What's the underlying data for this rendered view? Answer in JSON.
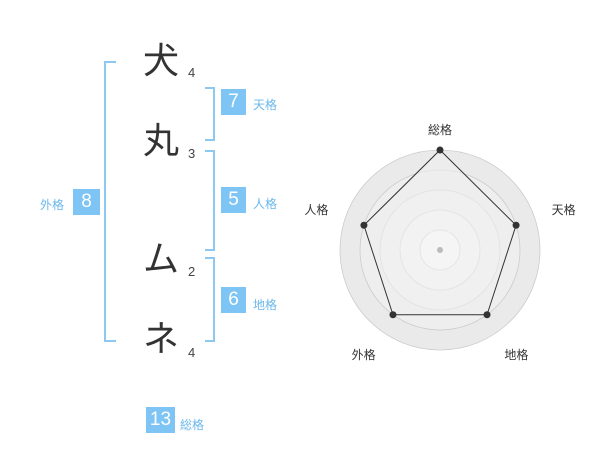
{
  "characters": [
    {
      "char": "犬",
      "strokes": "4"
    },
    {
      "char": "丸",
      "strokes": "3"
    },
    {
      "char": "ム",
      "strokes": "2"
    },
    {
      "char": "ネ",
      "strokes": "4"
    }
  ],
  "fortune": {
    "tenkaku": {
      "label": "天格",
      "value": "7"
    },
    "jinkaku": {
      "label": "人格",
      "value": "5"
    },
    "chikaku": {
      "label": "地格",
      "value": "6"
    },
    "gaikaku": {
      "label": "外格",
      "value": "8"
    },
    "soukaku": {
      "label": "総格",
      "value": "13"
    }
  },
  "chart_data": {
    "type": "radar",
    "axes": [
      "総格",
      "天格",
      "地格",
      "外格",
      "人格"
    ],
    "values": [
      5,
      4,
      4,
      4,
      4
    ],
    "max": 5,
    "rings": 5,
    "colors": {
      "fill": "#eeeeee",
      "line": "#333333",
      "ring": "#cccccc"
    }
  }
}
